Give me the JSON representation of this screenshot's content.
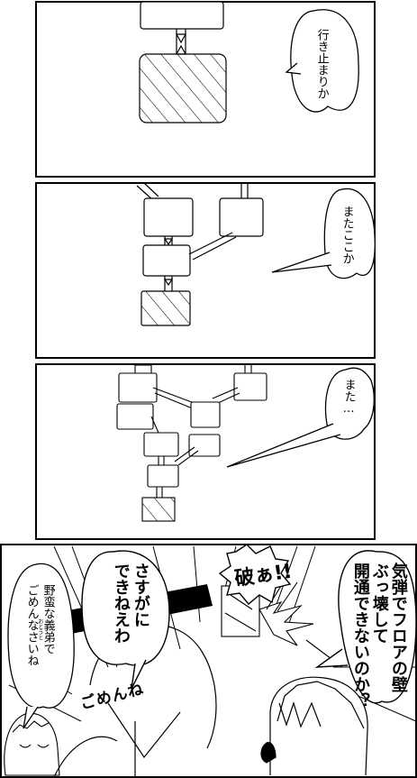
{
  "panels": [
    {
      "id": "p1",
      "speech": [
        "行き止まりか"
      ]
    },
    {
      "id": "p2",
      "speech": [
        "またここか"
      ]
    },
    {
      "id": "p3",
      "speech": [
        "また…"
      ]
    },
    {
      "id": "p4",
      "speech_right": [
        "気弾でフロアの壁",
        "ぶっ壊して",
        "開通できないのか？"
      ],
      "speech_center": [
        "さすがに",
        "できねえわ"
      ],
      "speech_left": [
        "野蛮な義弟で",
        "ごめんなさいね"
      ],
      "ruby": "おとうと",
      "sfx_break": "破ぁ!!",
      "sfx_sorry": "ごめんね"
    }
  ],
  "colors": {
    "ink": "#000000",
    "paper": "#ffffff"
  }
}
